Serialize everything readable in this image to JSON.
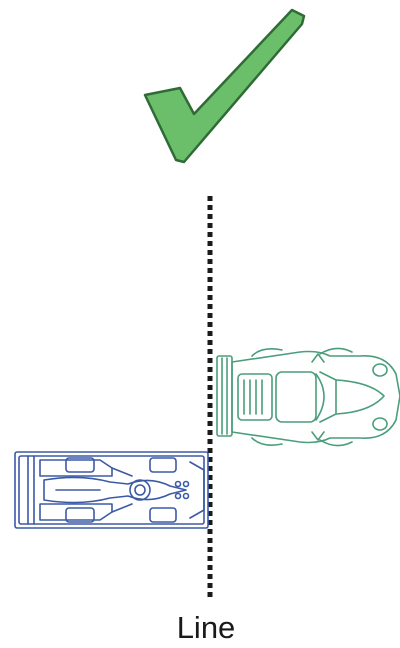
{
  "diagram": {
    "line_label": "Line",
    "verdict_icon": "check-mark-icon",
    "colors": {
      "check_fill": "#6cbf6a",
      "check_stroke": "#2f6b36",
      "line": "#1a1a1a",
      "gt_car": "#4a9e7c",
      "prototype_car": "#3b5aa6"
    },
    "cars": [
      {
        "name": "gt-car",
        "view": "top",
        "color_key": "gt_car"
      },
      {
        "name": "prototype-car",
        "view": "top",
        "color_key": "prototype_car"
      }
    ]
  }
}
